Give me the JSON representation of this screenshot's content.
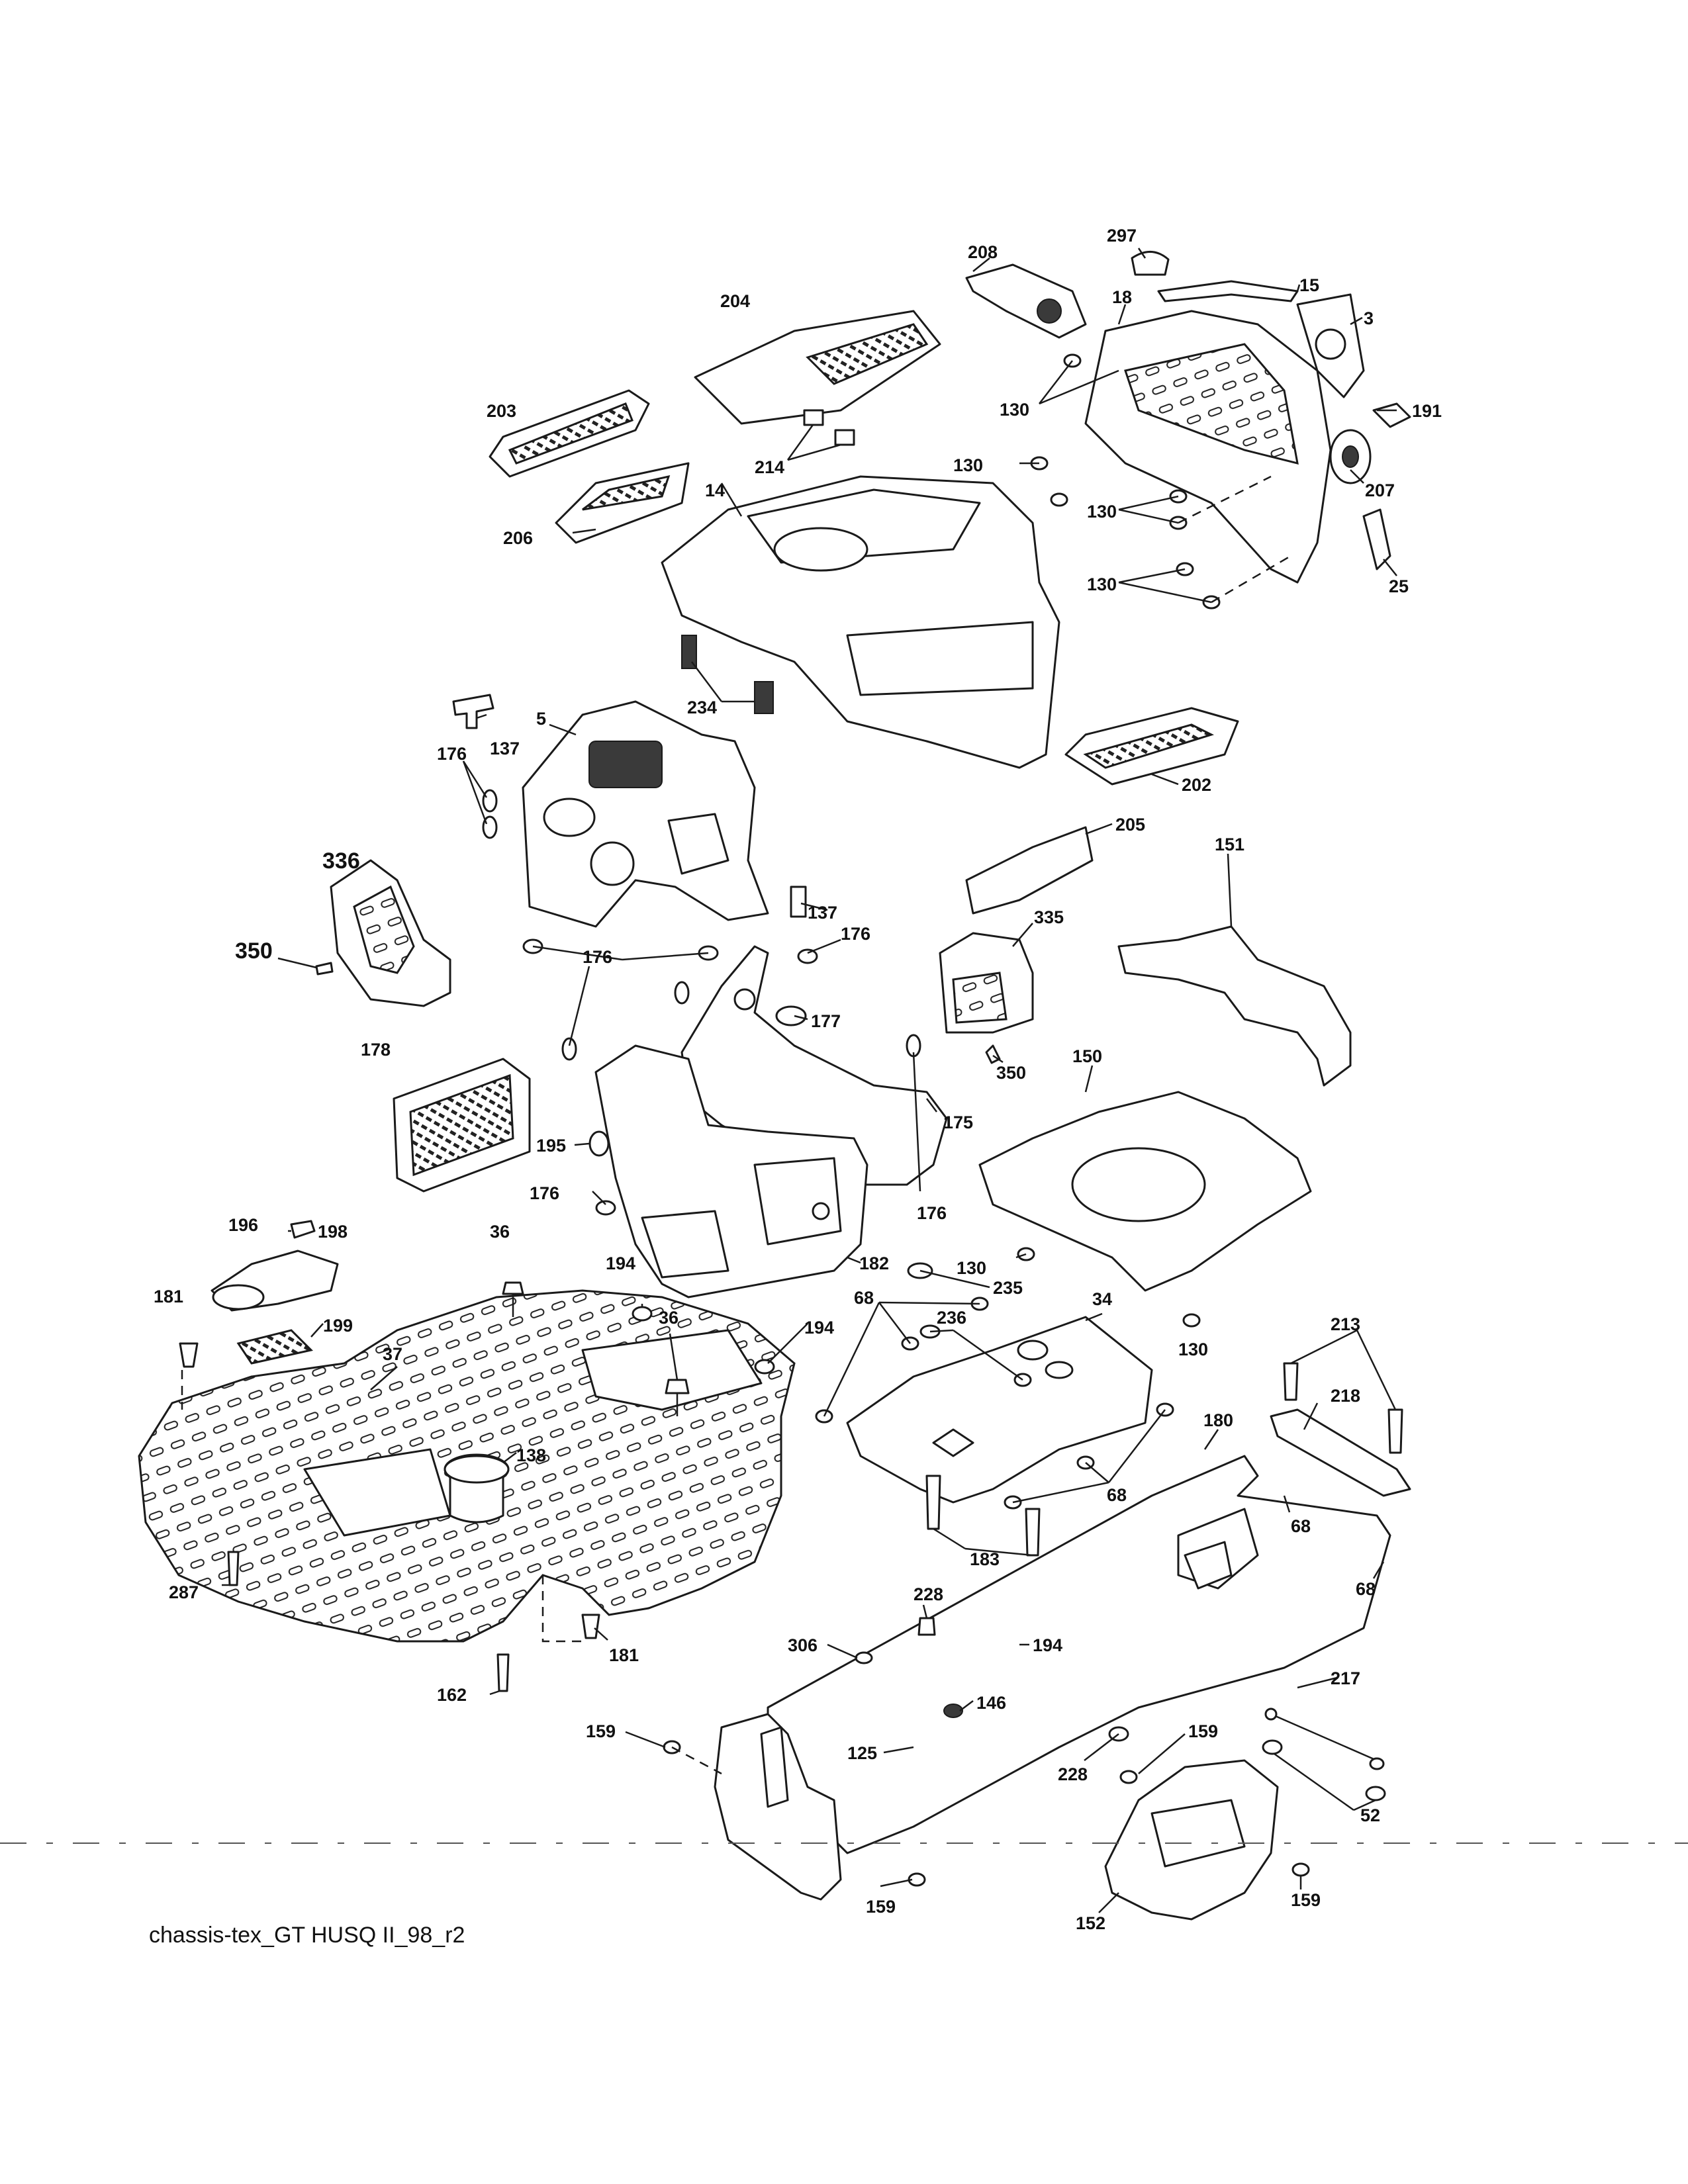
{
  "caption": "chassis-tex_GT HUSQ II_98_r2",
  "callouts": [
    {
      "id": "c297",
      "text": "297"
    },
    {
      "id": "c208",
      "text": "208"
    },
    {
      "id": "c15",
      "text": "15"
    },
    {
      "id": "c18",
      "text": "18"
    },
    {
      "id": "c3",
      "text": "3"
    },
    {
      "id": "c204",
      "text": "204"
    },
    {
      "id": "c130a",
      "text": "130"
    },
    {
      "id": "c191",
      "text": "191"
    },
    {
      "id": "c203",
      "text": "203"
    },
    {
      "id": "c214",
      "text": "214"
    },
    {
      "id": "c130b",
      "text": "130"
    },
    {
      "id": "c207",
      "text": "207"
    },
    {
      "id": "c14",
      "text": "14"
    },
    {
      "id": "c130c",
      "text": "130"
    },
    {
      "id": "c206",
      "text": "206"
    },
    {
      "id": "c130d",
      "text": "130"
    },
    {
      "id": "c25",
      "text": "25"
    },
    {
      "id": "c234",
      "text": "234"
    },
    {
      "id": "c5",
      "text": "5"
    },
    {
      "id": "c137a",
      "text": "137"
    },
    {
      "id": "c176a",
      "text": "176"
    },
    {
      "id": "c202",
      "text": "202"
    },
    {
      "id": "c336",
      "text": "336"
    },
    {
      "id": "c205",
      "text": "205"
    },
    {
      "id": "c151",
      "text": "151"
    },
    {
      "id": "c137b",
      "text": "137"
    },
    {
      "id": "c350a",
      "text": "350"
    },
    {
      "id": "c176b",
      "text": "176"
    },
    {
      "id": "c176c",
      "text": "176"
    },
    {
      "id": "c335",
      "text": "335"
    },
    {
      "id": "c177",
      "text": "177"
    },
    {
      "id": "c178",
      "text": "178"
    },
    {
      "id": "c150",
      "text": "150"
    },
    {
      "id": "c350b",
      "text": "350"
    },
    {
      "id": "c175",
      "text": "175"
    },
    {
      "id": "c195",
      "text": "195"
    },
    {
      "id": "c176d",
      "text": "176"
    },
    {
      "id": "c176e",
      "text": "176"
    },
    {
      "id": "c196",
      "text": "196"
    },
    {
      "id": "c198",
      "text": "198"
    },
    {
      "id": "c36a",
      "text": "36"
    },
    {
      "id": "c130e",
      "text": "130"
    },
    {
      "id": "c182",
      "text": "182"
    },
    {
      "id": "c194a",
      "text": "194"
    },
    {
      "id": "c130f",
      "text": "130"
    },
    {
      "id": "c181a",
      "text": "181"
    },
    {
      "id": "c235",
      "text": "235"
    },
    {
      "id": "c68a",
      "text": "68"
    },
    {
      "id": "c34",
      "text": "34"
    },
    {
      "id": "c236",
      "text": "236"
    },
    {
      "id": "c36b",
      "text": "36"
    },
    {
      "id": "c199",
      "text": "199"
    },
    {
      "id": "c194b",
      "text": "194"
    },
    {
      "id": "c213",
      "text": "213"
    },
    {
      "id": "c37",
      "text": "37"
    },
    {
      "id": "c218",
      "text": "218"
    },
    {
      "id": "c138",
      "text": "138"
    },
    {
      "id": "c180",
      "text": "180"
    },
    {
      "id": "c68b",
      "text": "68"
    },
    {
      "id": "c68c",
      "text": "68"
    },
    {
      "id": "c183",
      "text": "183"
    },
    {
      "id": "c287",
      "text": "287"
    },
    {
      "id": "c68d",
      "text": "68"
    },
    {
      "id": "c228a",
      "text": "228"
    },
    {
      "id": "c181b",
      "text": "181"
    },
    {
      "id": "c306",
      "text": "306"
    },
    {
      "id": "c194c",
      "text": "194"
    },
    {
      "id": "c162",
      "text": "162"
    },
    {
      "id": "c217",
      "text": "217"
    },
    {
      "id": "c146",
      "text": "146"
    },
    {
      "id": "c159a",
      "text": "159"
    },
    {
      "id": "c159b",
      "text": "159"
    },
    {
      "id": "c125",
      "text": "125"
    },
    {
      "id": "c228b",
      "text": "228"
    },
    {
      "id": "c52",
      "text": "52"
    },
    {
      "id": "c159c",
      "text": "159"
    },
    {
      "id": "c159d",
      "text": "159"
    },
    {
      "id": "c152",
      "text": "152"
    }
  ]
}
